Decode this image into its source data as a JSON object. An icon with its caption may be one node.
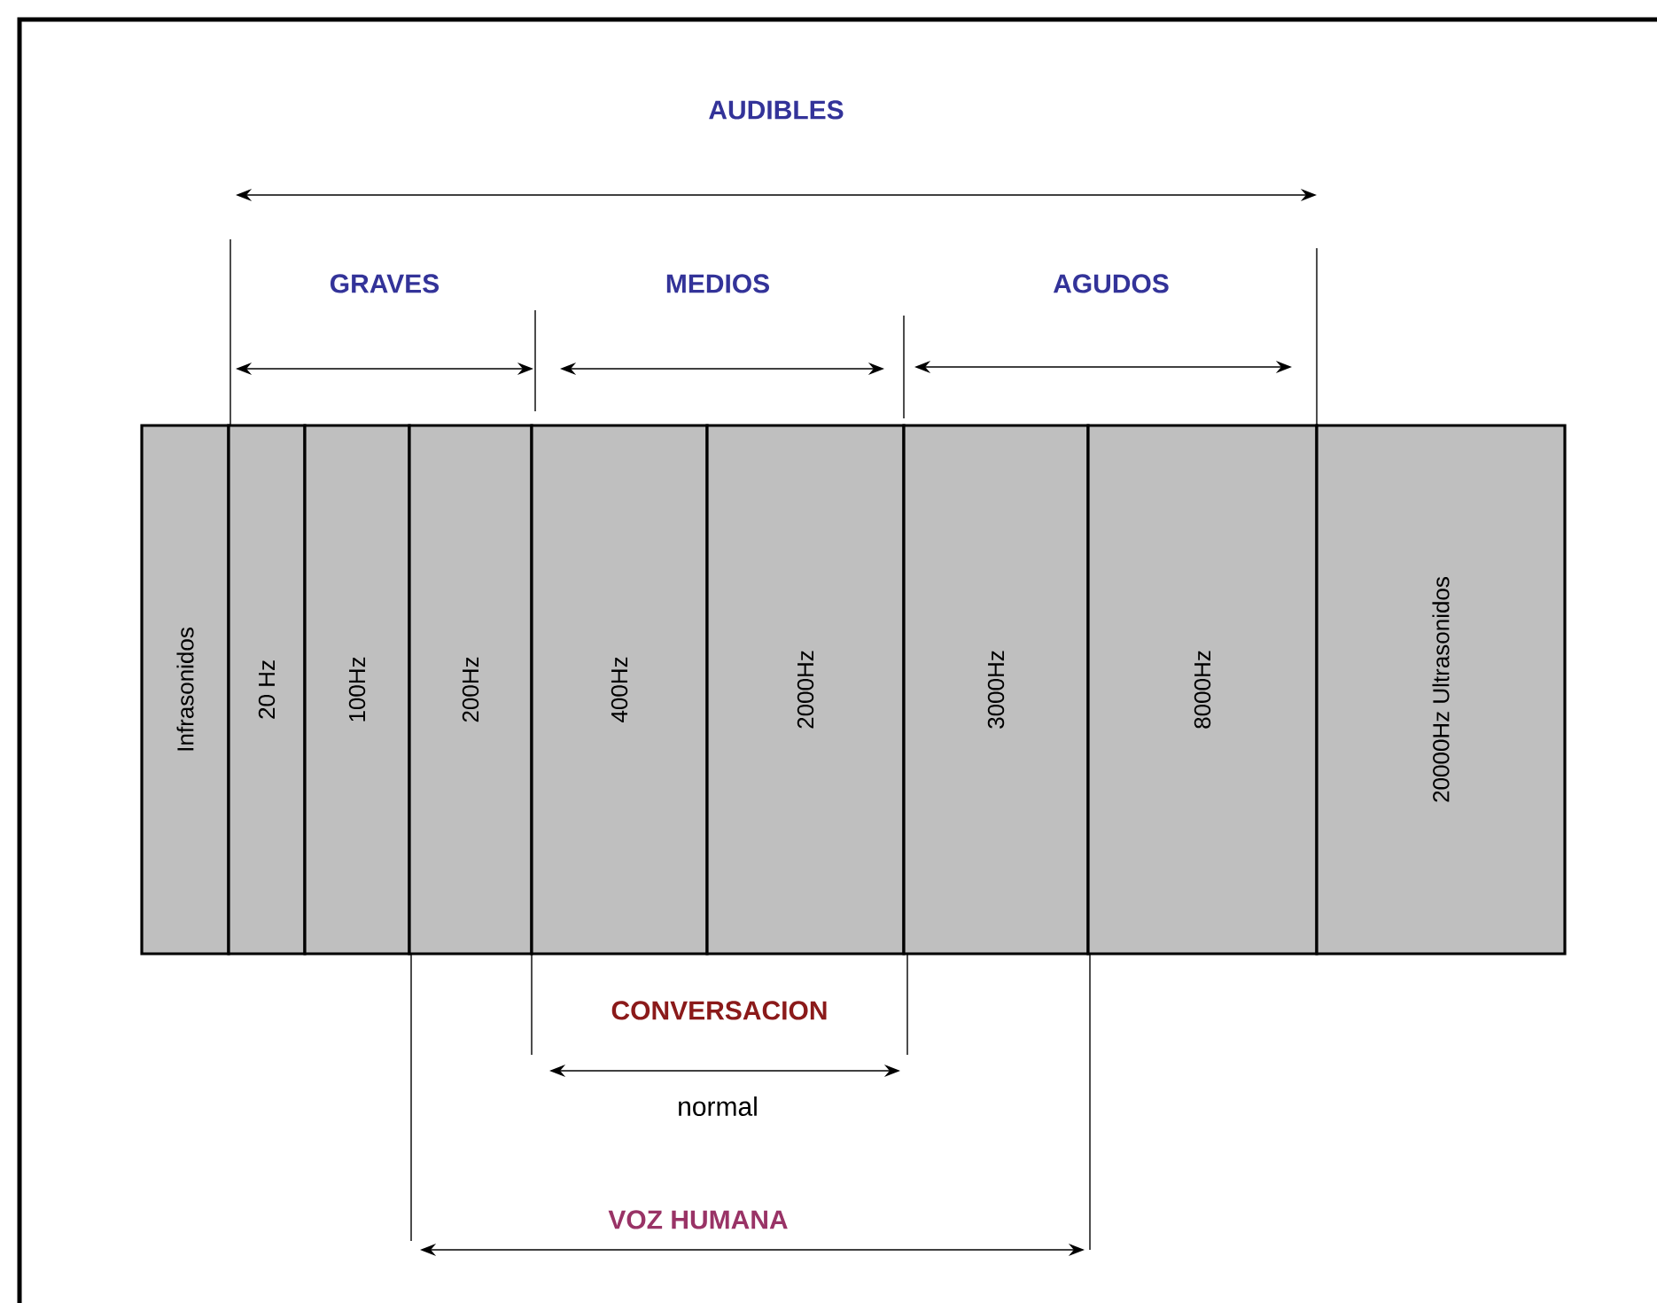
{
  "diagram": {
    "nodes": [
      {
        "text": [
          "Infrasonidos"
        ]
      },
      {
        "text": [
          "20 Hz"
        ]
      },
      {
        "text": [
          "100Hz"
        ]
      },
      {
        "text": [
          "200Hz"
        ]
      },
      {
        "text": [
          "400Hz"
        ]
      },
      {
        "text": [
          "2000Hz"
        ]
      },
      {
        "text": [
          "3000Hz"
        ]
      },
      {
        "text": [
          "8000Hz"
        ]
      },
      {
        "text": [
          "20000Hz Ultrasonidos"
        ]
      }
    ],
    "labels": [
      "AUDIBLES",
      "GRAVES",
      "MEDIOS",
      "AGUDOS",
      "CONVERSACION",
      "normal",
      "VOZ HUMANA"
    ]
  }
}
